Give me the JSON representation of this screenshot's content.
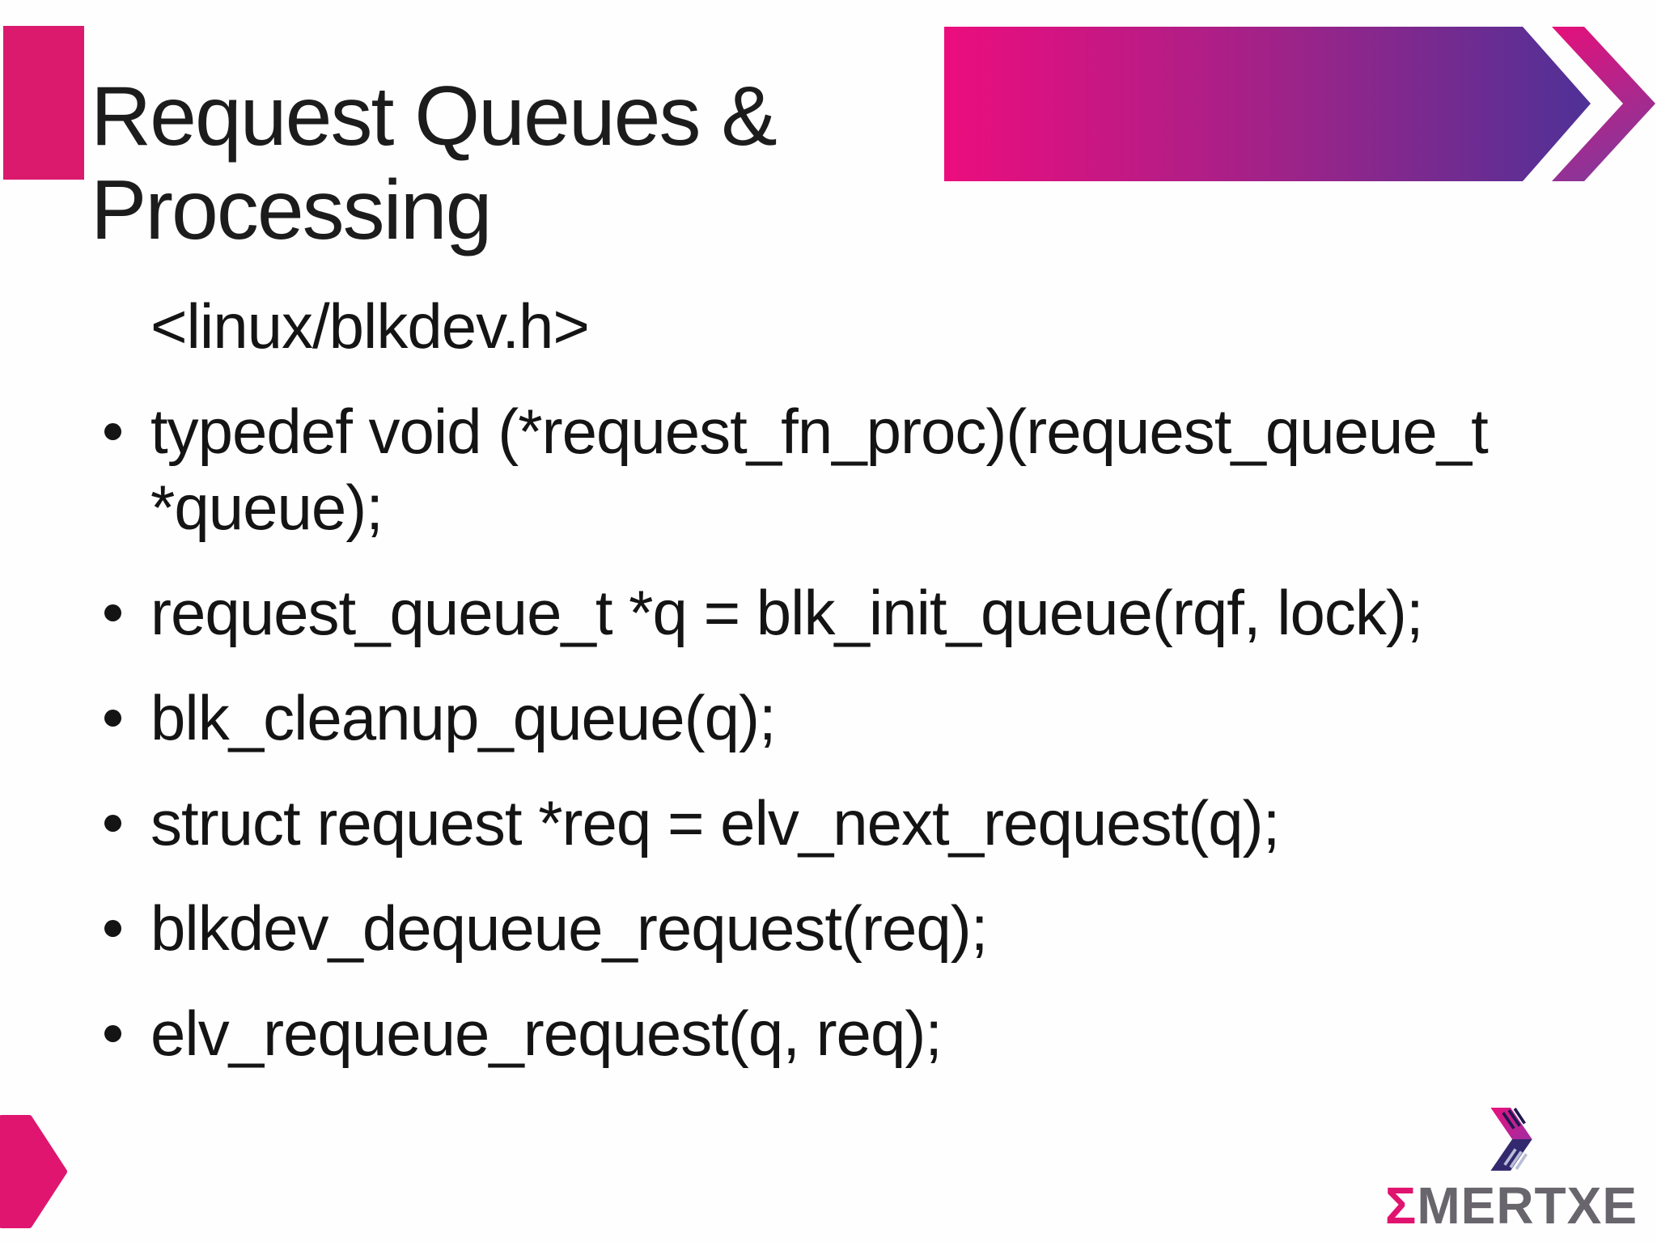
{
  "slide": {
    "header": {
      "title_lines": [
        "Request Queues &",
        "Processing"
      ]
    },
    "content": {
      "include_line": "<linux/blkdev.h>",
      "bullets": [
        {
          "lines": [
            "typedef void (*request_fn_proc)(request_queue_t",
            "*queue);"
          ]
        },
        {
          "lines": [
            "request_queue_t *q = blk_init_queue(rqf, lock);"
          ]
        },
        {
          "lines": [
            "blk_cleanup_queue(q);"
          ]
        },
        {
          "lines": [
            "struct request *req = elv_next_request(q);"
          ]
        },
        {
          "lines": [
            "blkdev_dequeue_request(req);"
          ]
        },
        {
          "lines": [
            "elv_requeue_request(q, req);"
          ]
        }
      ]
    },
    "logo": {
      "sigma": "Σ",
      "name": "MERTXE"
    },
    "colors": {
      "accent_bar": "#db1a6e",
      "banner_gradient_from": "#ec0d7e",
      "banner_gradient_mid": "#9a2489",
      "banner_gradient_to": "#4f3197",
      "chevron_band_from": "#e5107a",
      "chevron_band_to": "#8a3598",
      "corner_arrow": "#e01570",
      "title_text": "#1c1c1c",
      "body_text": "#141414",
      "logo_gray": "#68666c",
      "logo_pink": "#e0146f",
      "logo_navy": "#32296e"
    }
  }
}
